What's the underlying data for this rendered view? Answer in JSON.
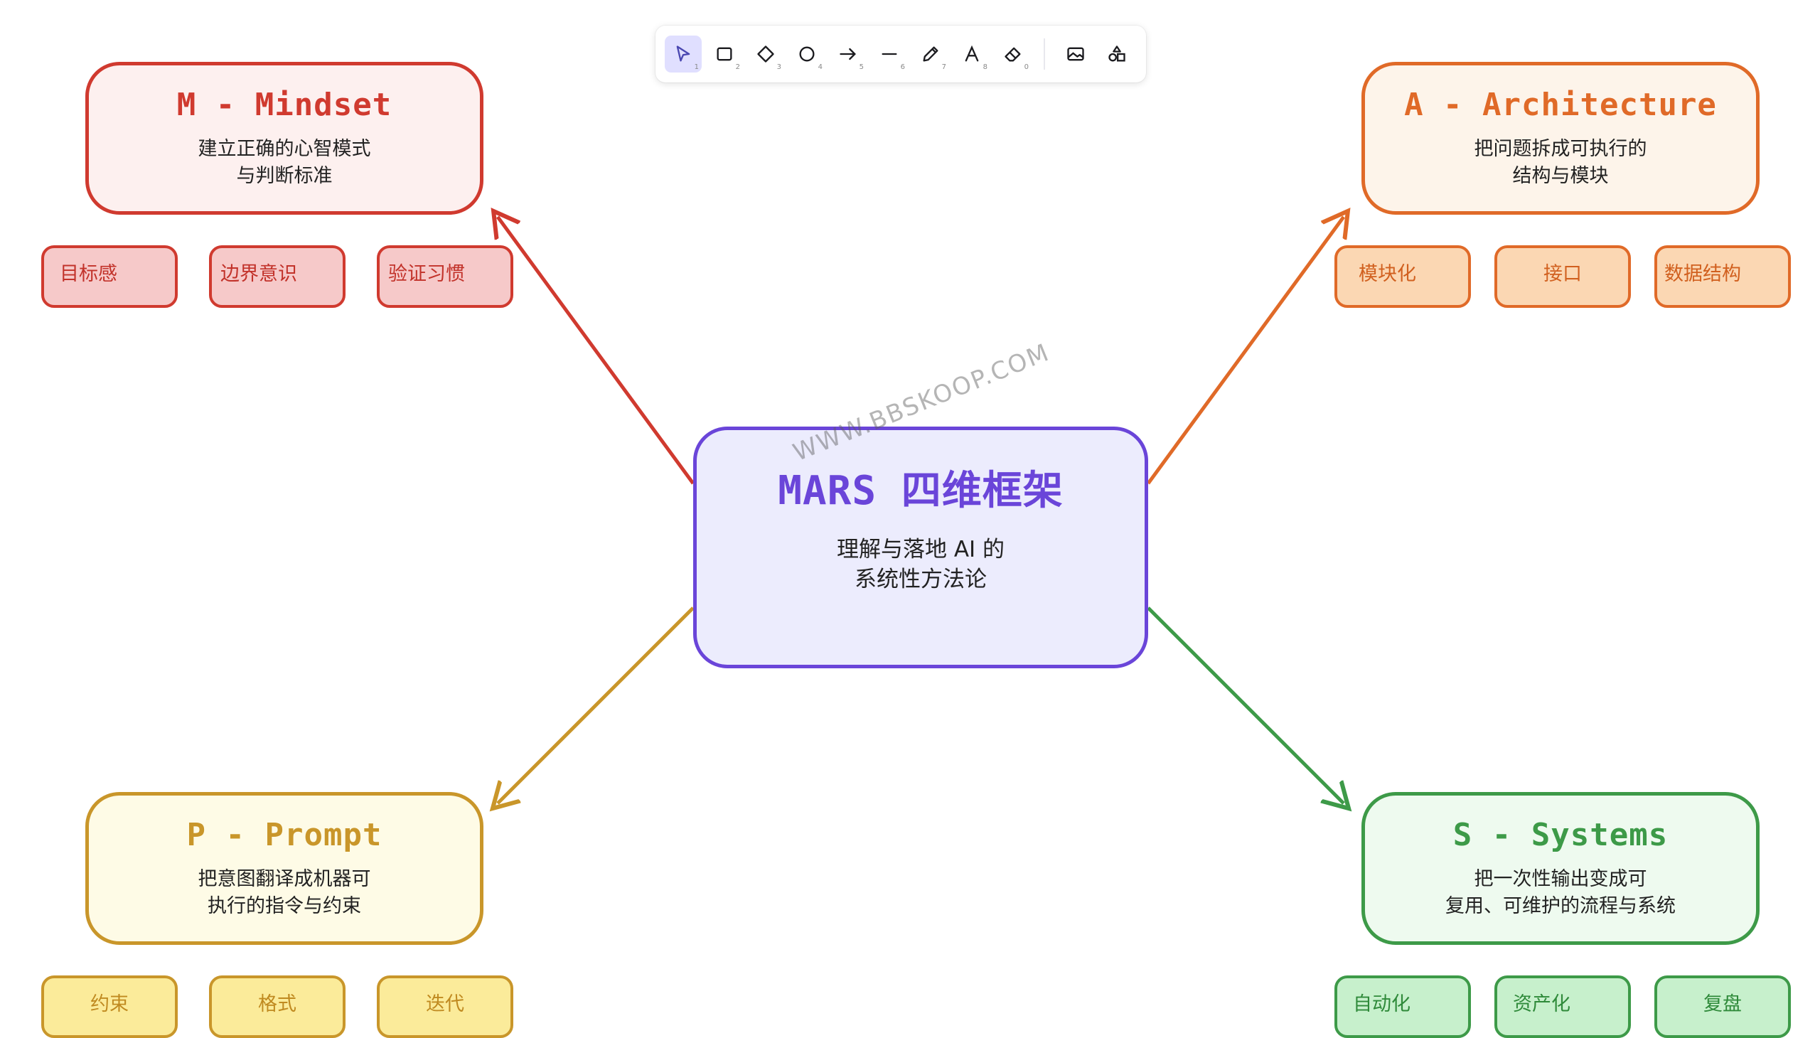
{
  "toolbar": {
    "tools": [
      {
        "icon": "selection-arrow-icon",
        "key": "1"
      },
      {
        "icon": "rectangle-icon",
        "key": "2"
      },
      {
        "icon": "diamond-icon",
        "key": "3"
      },
      {
        "icon": "ellipse-icon",
        "key": "4"
      },
      {
        "icon": "arrow-icon",
        "key": "5"
      },
      {
        "icon": "line-icon",
        "key": "6"
      },
      {
        "icon": "pencil-icon",
        "key": "7"
      },
      {
        "icon": "text-icon",
        "key": "8"
      },
      {
        "icon": "eraser-icon",
        "key": "0"
      },
      {
        "icon": "image-icon",
        "key": ""
      },
      {
        "icon": "shapes-library-icon",
        "key": ""
      }
    ]
  },
  "center": {
    "title": "MARS 四维框架",
    "line1": "理解与落地 AI 的",
    "line2": "系统性方法论",
    "color": "#6a45d9",
    "fill": "#ececfd"
  },
  "mindset": {
    "title": "M - Mindset",
    "line1": "建立正确的心智模式",
    "line2": "与判断标准",
    "color": "#d03a2f",
    "fill": "#fdf0ef",
    "chips": [
      "目标感",
      "边界意识",
      "验证习惯"
    ],
    "chip_fill": "#f6c9c9"
  },
  "architecture": {
    "title": "A - Architecture",
    "line1": "把问题拆成可执行的",
    "line2": "结构与模块",
    "color": "#e06a28",
    "fill": "#fdf4ea",
    "chips": [
      "模块化",
      "接口",
      "数据结构"
    ],
    "chip_fill": "#fbd7b3"
  },
  "prompt": {
    "title": "P - Prompt",
    "line1": "把意图翻译成机器可",
    "line2": "执行的指令与约束",
    "color": "#c9962a",
    "fill": "#fefbe6",
    "chips": [
      "约束",
      "格式",
      "迭代"
    ],
    "chip_fill": "#fbeb9a"
  },
  "systems": {
    "title": "S - Systems",
    "line1": "把一次性输出变成可",
    "line2": "复用、可维护的流程与系统",
    "color": "#3d9a48",
    "fill": "#eefaef",
    "chips": [
      "自动化",
      "资产化",
      "复盘"
    ],
    "chip_fill": "#c7f0cc"
  },
  "watermark": "WWW.BBSKOOP.COM"
}
